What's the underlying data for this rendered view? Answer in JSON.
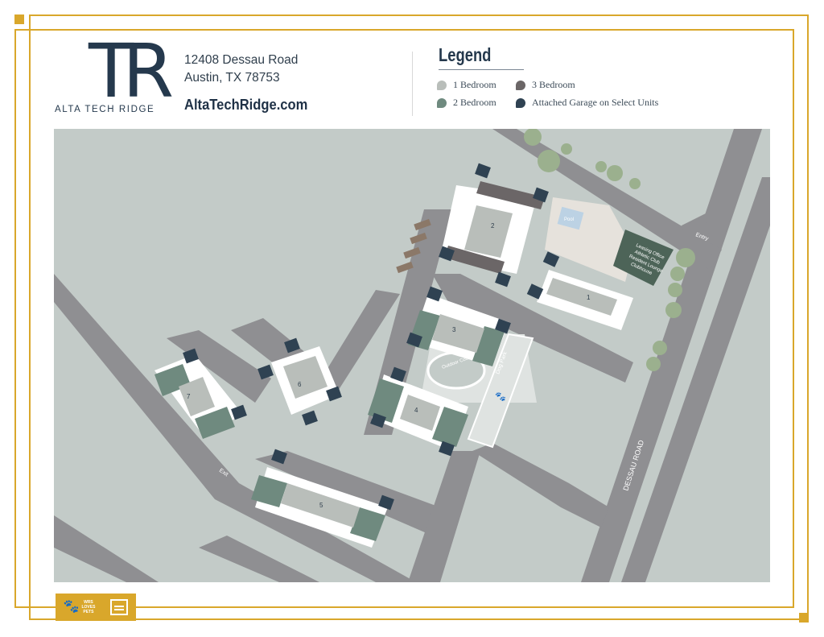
{
  "brand": {
    "logo_letters": "TR",
    "name": "ALTA TECH RIDGE",
    "address_line1": "12408 Dessau Road",
    "address_line2": "Austin, TX 78753",
    "website": "AltaTechRidge.com"
  },
  "legend": {
    "title": "Legend",
    "items": [
      {
        "label": "1 Bedroom",
        "color": "#b9beba"
      },
      {
        "label": "3 Bedroom",
        "color": "#6b6667"
      },
      {
        "label": "2 Bedroom",
        "color": "#6f8a7f"
      },
      {
        "label": "Attached Garage on Select Units",
        "color": "#2f4252"
      }
    ]
  },
  "map": {
    "labels": {
      "entry": "Entry",
      "exit": "Exit",
      "road": "DESSAU ROAD",
      "pool": "Pool",
      "dog_park": "Dog Park",
      "courtyard": "Outdoor Courtyard Space",
      "clubhouse_lines": [
        "Leasing Office",
        "Athletic Club",
        "Resident Lounge",
        "Clubhouse"
      ]
    },
    "buildings": [
      "1",
      "2",
      "3",
      "4",
      "5",
      "6",
      "7"
    ]
  },
  "footer": {
    "pets_lines": [
      "WRS",
      "LOVES",
      "PETS"
    ]
  },
  "colors": {
    "accent": "#d9a72b",
    "navy": "#25394d",
    "ground": "#c3cbc8",
    "road": "#8f8f92"
  }
}
